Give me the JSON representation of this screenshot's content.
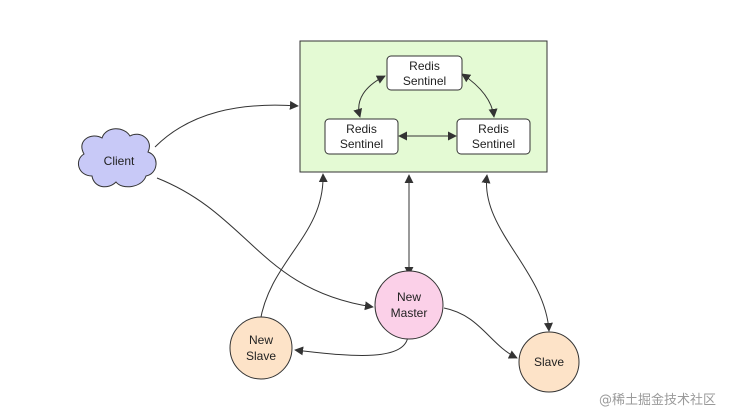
{
  "colors": {
    "cluster_fill": "#e4fad4",
    "sentinel_fill": "#ffffff",
    "client_fill": "#c8c9f7",
    "new_master_fill": "#fbd0e8",
    "slave_fill": "#fde3c8",
    "stroke": "#333333"
  },
  "nodes": {
    "sentinel_top": {
      "line1": "Redis",
      "line2": "Sentinel"
    },
    "sentinel_left": {
      "line1": "Redis",
      "line2": "Sentinel"
    },
    "sentinel_right": {
      "line1": "Redis",
      "line2": "Sentinel"
    },
    "client": {
      "label": "Client"
    },
    "new_master": {
      "line1": "New",
      "line2": "Master"
    },
    "new_slave": {
      "line1": "New",
      "line2": "Slave"
    },
    "slave": {
      "label": "Slave"
    }
  },
  "watermark": "@稀土掘金技术社区"
}
